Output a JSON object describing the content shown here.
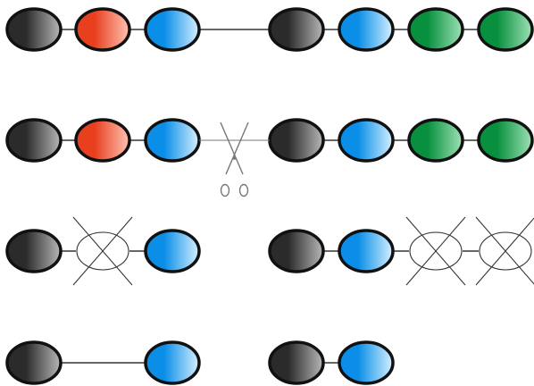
{
  "colors": {
    "black_bead": [
      "#2b2b2b",
      "#b8b8b8"
    ],
    "red_bead": [
      "#e8401f",
      "#ffc3b3"
    ],
    "blue_bead": [
      "#0a8ee8",
      "#d6f0ff"
    ],
    "green_bead": [
      "#08903f",
      "#9fe2b6"
    ],
    "outline": "#111111",
    "thread": "#333333",
    "cross": "#333333",
    "empty_fill": "#ffffff",
    "scissors": "#777777"
  },
  "rows": [
    {
      "name": "row-1-intact-strand",
      "segments": [
        {
          "name": "full-strand",
          "beads": [
            "black",
            "red",
            "blue",
            "black",
            "blue",
            "green",
            "green"
          ]
        }
      ]
    },
    {
      "name": "row-2-cut-strand",
      "scissors": true,
      "segments": [
        {
          "name": "left-piece",
          "beads": [
            "black",
            "red",
            "blue"
          ]
        },
        {
          "name": "right-piece",
          "beads": [
            "black",
            "blue",
            "green",
            "green"
          ]
        }
      ]
    },
    {
      "name": "row-3-removed-beads",
      "segments": [
        {
          "name": "left-piece",
          "beads": [
            "black",
            "removed",
            "blue"
          ]
        },
        {
          "name": "right-piece",
          "beads": [
            "black",
            "blue",
            "removed",
            "removed"
          ]
        }
      ]
    },
    {
      "name": "row-4-rejoined-pieces",
      "segments": [
        {
          "name": "left-piece",
          "beads": [
            "black",
            "blue"
          ],
          "long_link": true
        },
        {
          "name": "right-piece",
          "beads": [
            "black",
            "blue"
          ]
        }
      ]
    }
  ]
}
